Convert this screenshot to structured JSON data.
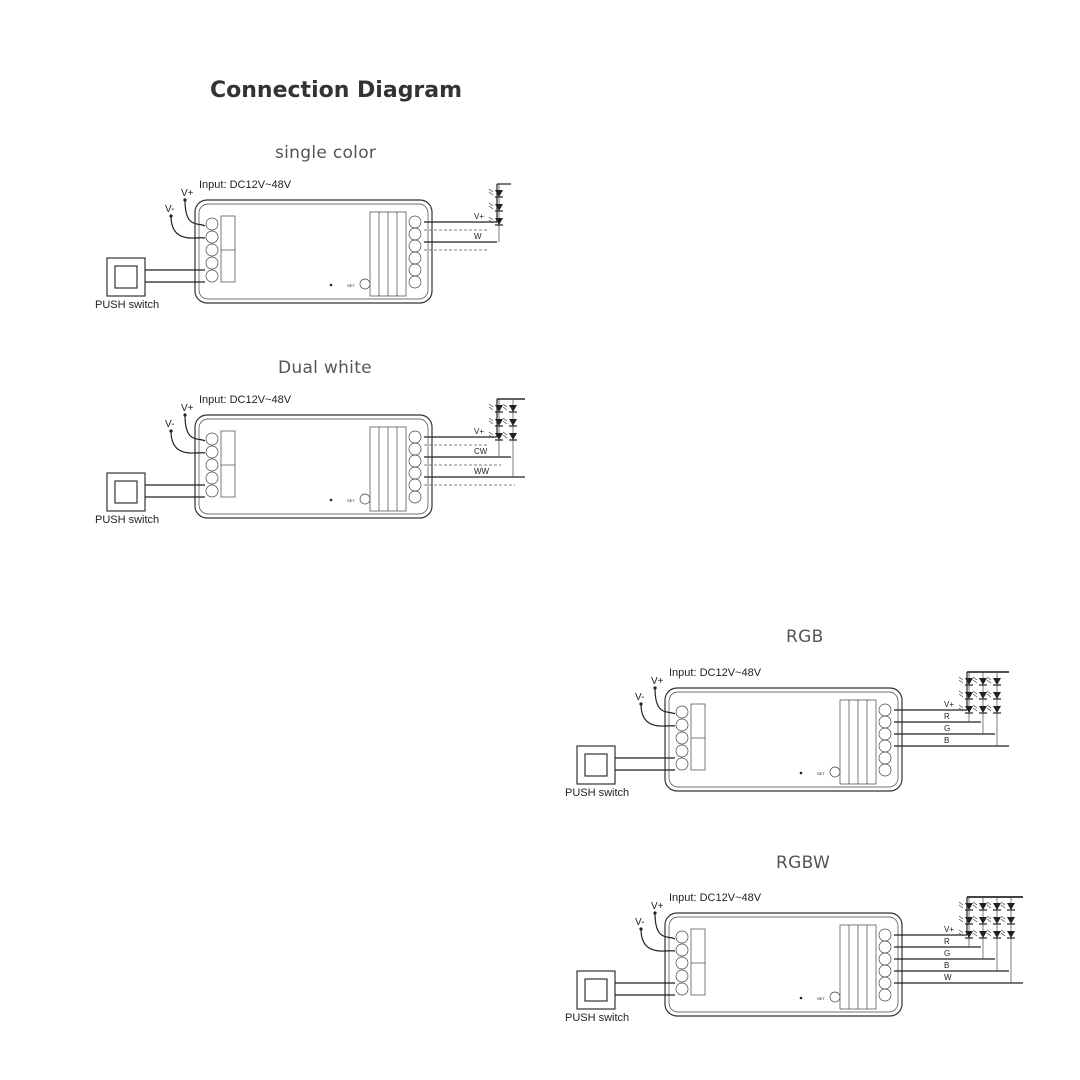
{
  "page": {
    "title": "Connection Diagram"
  },
  "common": {
    "input_label": "Input: DC12V~48V",
    "v_plus": "V+",
    "v_minus": "V-",
    "switch_label": "PUSH switch",
    "set_label": "SET"
  },
  "sections": [
    {
      "id": "single",
      "title": "single color",
      "wires": [
        "V+",
        "W"
      ],
      "led_strings": 1
    },
    {
      "id": "dual",
      "title": "Dual white",
      "wires": [
        "V+",
        "CW",
        "WW"
      ],
      "led_strings": 2
    },
    {
      "id": "rgb",
      "title": "RGB",
      "wires": [
        "V+",
        "R",
        "G",
        "B"
      ],
      "led_strings": 3
    },
    {
      "id": "rgbw",
      "title": "RGBW",
      "wires": [
        "V+",
        "R",
        "G",
        "B",
        "W"
      ],
      "led_strings": 4
    }
  ]
}
